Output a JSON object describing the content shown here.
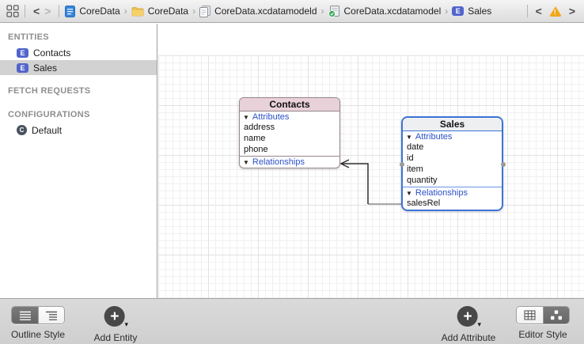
{
  "jumpbar": {
    "back_glyph": "<",
    "forward_glyph": ">",
    "separator": "›",
    "warning_glyph": "!",
    "breadcrumbs": [
      {
        "icon": "project-icon",
        "label": "CoreData"
      },
      {
        "icon": "folder-icon",
        "label": "CoreData"
      },
      {
        "icon": "model-bundle-icon",
        "label": "CoreData.xcdatamodeld"
      },
      {
        "icon": "model-version-icon",
        "label": "CoreData.xcdatamodel"
      },
      {
        "icon": "entity-icon",
        "label": "Sales"
      }
    ]
  },
  "sidebar": {
    "entities_header": "ENTITIES",
    "fetch_requests_header": "FETCH REQUESTS",
    "configurations_header": "CONFIGURATIONS",
    "entity_badge": "E",
    "config_badge": "C",
    "items": {
      "contacts": "Contacts",
      "sales": "Sales",
      "default": "Default"
    },
    "selected_item": "Sales"
  },
  "labels": {
    "attributes": "Attributes",
    "relationships": "Relationships",
    "disclosure": "▼"
  },
  "entities": {
    "contacts": {
      "name": "Contacts",
      "attributes": [
        "address",
        "name",
        "phone"
      ],
      "relationships": [],
      "selected": false
    },
    "sales": {
      "name": "Sales",
      "attributes": [
        "date",
        "id",
        "item",
        "quantity"
      ],
      "relationships": [
        "salesRel"
      ],
      "selected": true
    }
  },
  "toolbar": {
    "outline_style_label": "Outline Style",
    "add_entity_label": "Add Entity",
    "add_attribute_label": "Add Attribute",
    "editor_style_label": "Editor Style",
    "plus_glyph": "+",
    "menu_caret": "▾"
  },
  "colors": {
    "selection_blue": "#3d74d6",
    "contacts_header_pink": "#e8d1d9",
    "contacts_border": "#97868d",
    "section_text_blue": "#2b50c8",
    "warning_amber": "#f2a71b",
    "entity_badge_blue": "#5265cc",
    "toolbar_gray": "#d4d4d4"
  }
}
